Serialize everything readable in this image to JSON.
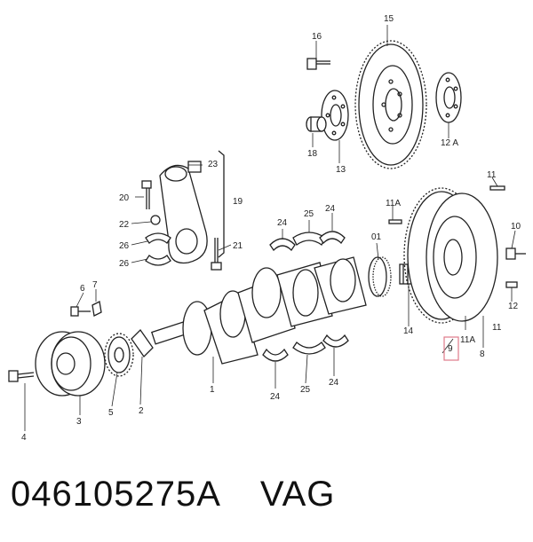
{
  "caption": {
    "part_number": "046105275A",
    "vendor": "VAG"
  },
  "highlight_color": "#e07a8a",
  "labels": {
    "l1": "1",
    "l2": "2",
    "l3": "3",
    "l4": "4",
    "l5": "5",
    "l6": "6",
    "l7": "7",
    "l8": "8",
    "l9": "9",
    "l10": "10",
    "l11a": "11",
    "l11b": "11",
    "l11A_a": "11A",
    "l11A_b": "11A",
    "l12a": "12",
    "l12A": "12 A",
    "l13": "13",
    "l14": "14",
    "l15": "15",
    "l16": "16",
    "l18": "18",
    "l19": "19",
    "l20": "20",
    "l21": "21",
    "l22": "22",
    "l23": "23",
    "l24a": "24",
    "l24b": "24",
    "l24c": "24",
    "l24d": "24",
    "l25a": "25",
    "l25b": "25",
    "l26a": "26",
    "l26b": "26",
    "l01": "01"
  }
}
